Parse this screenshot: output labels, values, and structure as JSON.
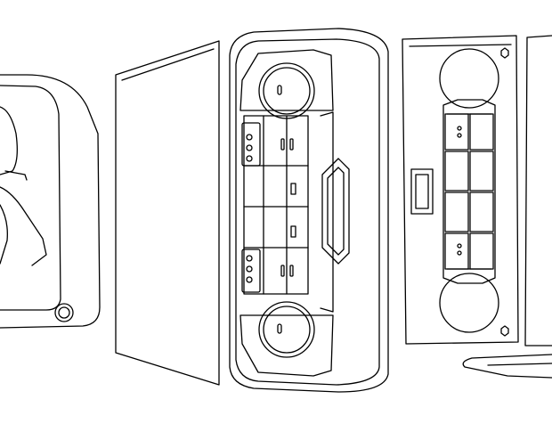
{
  "diagram": {
    "kind": "line-art",
    "colors": {
      "stroke": "#000000",
      "background": "#ffffff"
    },
    "parts": [
      {
        "id": "left-console-panel"
      },
      {
        "id": "flat-side-panel"
      },
      {
        "id": "radio-faceplate"
      },
      {
        "id": "radio-rear-panel"
      },
      {
        "id": "right-edge-panel"
      }
    ],
    "icons": [
      "knob",
      "button",
      "slot",
      "indicator-dot",
      "screw"
    ]
  }
}
